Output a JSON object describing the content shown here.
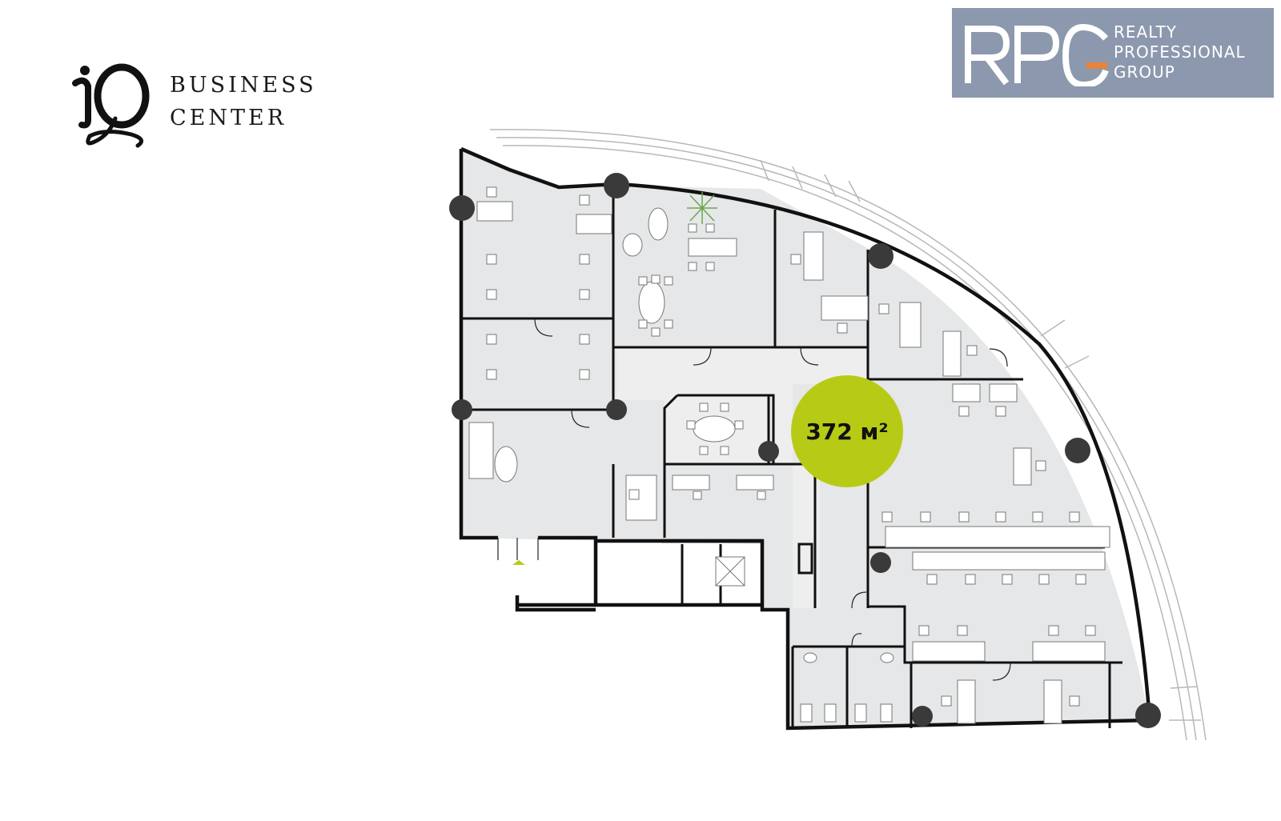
{
  "brand": {
    "logo_text": "iQ",
    "line1": "BUSINESS",
    "line2": "CENTER"
  },
  "partner": {
    "logo_text": "RPG",
    "line1": "REALTY",
    "line2": "PROFESSIONAL",
    "line3": "GROUP",
    "background_color": "#8c98ad",
    "accent_color": "#e8833a"
  },
  "floor_plan": {
    "area_label": "372 м²",
    "area_badge_color": "#b7cb16",
    "room_fill_color": "#e6e7e8",
    "wall_color": "#111111",
    "column_color": "#3a3a3a"
  }
}
